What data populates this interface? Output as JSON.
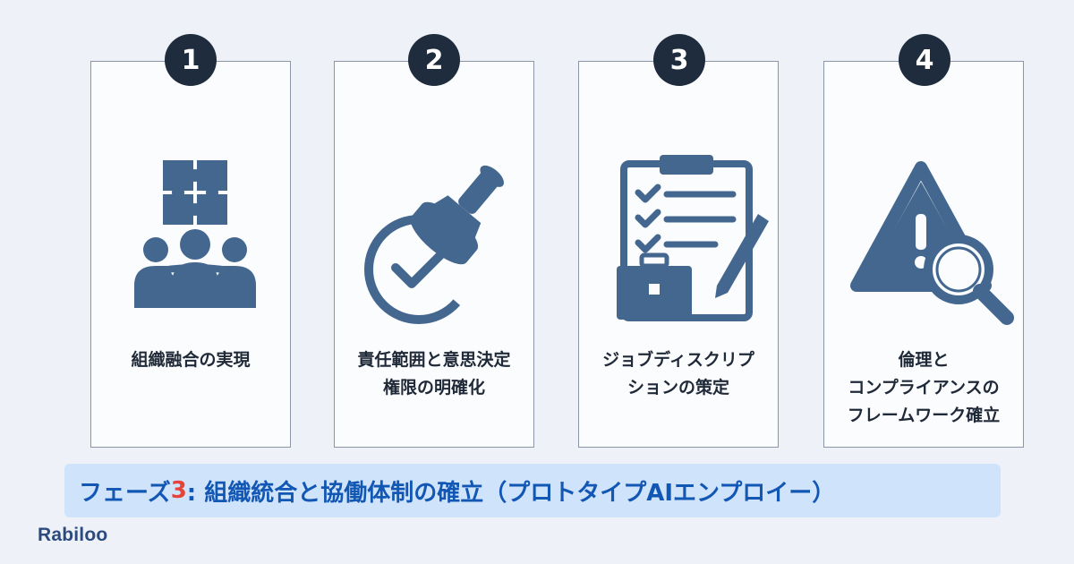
{
  "colors": {
    "icon": "#44678f",
    "badge": "#1e2c3e",
    "accent": "#e6443a",
    "banner_text": "#1357b5",
    "banner_bg": "#cfe4fb"
  },
  "cards": [
    {
      "number": "1",
      "label": "組織融合の実現",
      "icon": "puzzle-team-icon"
    },
    {
      "number": "2",
      "label": "責任範囲と意思決定\n権限の明確化",
      "icon": "stamp-check-icon"
    },
    {
      "number": "3",
      "label": "ジョブディスクリプ\nションの策定",
      "icon": "clipboard-checklist-icon"
    },
    {
      "number": "4",
      "label": "倫理と\nコンプライアンスの\nフレームワーク確立",
      "icon": "warning-magnifier-icon"
    }
  ],
  "banner": {
    "prefix": "フェーズ",
    "number": "3",
    "text": ": 組織統合と協働体制の確立（プロトタイプAIエンプロイー）"
  },
  "logo": {
    "text": "Rabiloo"
  }
}
